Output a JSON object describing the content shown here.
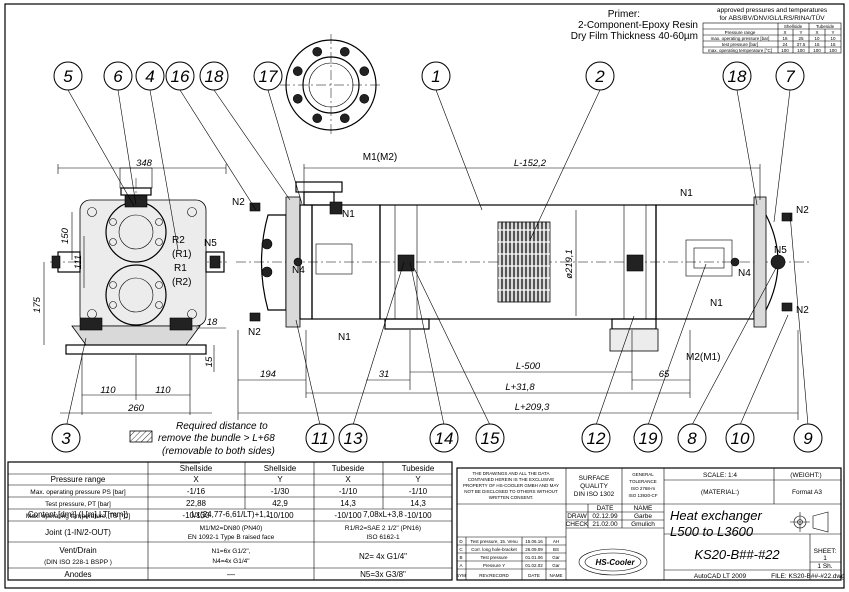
{
  "primer": {
    "title": "Primer:",
    "line1": "2-Component-Epoxy Resin",
    "line2": "Dry Film Thickness 40-60µm"
  },
  "approved": {
    "title1": "approved pressures and temperatures",
    "title2": "for ABS/BV/DNV/GL/LRS/RINA/TÜV",
    "group_shell": "Shellside",
    "group_tube": "Tubeside",
    "rows": [
      {
        "label": "Pressure range",
        "v": [
          "X",
          "Y",
          "X",
          "Y"
        ]
      },
      {
        "label": "max. operating pressure [bar]",
        "v": [
          "16",
          "25",
          "10",
          "10"
        ]
      },
      {
        "label": "test pressure [bar]",
        "v": [
          "24",
          "37.5",
          "15",
          "15"
        ]
      },
      {
        "label": "max. operating temperature [°C]",
        "v": [
          "100",
          "100",
          "100",
          "100"
        ]
      }
    ]
  },
  "balloons": {
    "top": [
      "5",
      "6",
      "4",
      "16",
      "18",
      "17",
      "1",
      "2",
      "18",
      "7"
    ],
    "bottom": [
      "3",
      "11",
      "13",
      "14",
      "15",
      "12",
      "19",
      "8",
      "10",
      "9"
    ]
  },
  "dims": {
    "d348": "348",
    "d150": "150",
    "d111": "111",
    "d175": "175",
    "d110a": "110",
    "d110b": "110",
    "d260": "260",
    "d18": "18",
    "d15": "15",
    "d194": "194",
    "d31": "31",
    "dL500": "L-500",
    "dL318": "L+31,8",
    "dL2093": "L+209,3",
    "d65": "65",
    "dL1522": "L-152,2",
    "dia": "ø219,1"
  },
  "labels": {
    "M1M2": "M1(M2)",
    "M2M1": "M2(M1)",
    "N1": "N1",
    "N2": "N2",
    "N4": "N4",
    "N5": "N5",
    "R1": "R1",
    "R1p": "(R1)",
    "R2": "R2",
    "R2p": "(R2)"
  },
  "bundle_note": {
    "line1": "Required distance to",
    "line2": "remove the bundle > L+68",
    "line3": "(removable to both sides)"
  },
  "spec": {
    "headers": [
      "Pressure range",
      "Shellside",
      "Shellside",
      "Tubeside",
      "Tubeside"
    ],
    "rows": [
      [
        "",
        "X",
        "Y",
        "X",
        "Y"
      ],
      [
        "Max. operating pressure PS [bar]",
        "-1/16",
        "-1/30",
        "-1/10",
        "-1/10"
      ],
      [
        "Test pressure, PT [bar]",
        "22,88",
        "42,9",
        "14,3",
        "14,3"
      ],
      [
        "Max. operating temperature, TS [°C]",
        "-10/130",
        "-10/100",
        "-10/100",
        "-10/100"
      ]
    ],
    "content_label": "Content [dm³] (L[m],LT[mm])",
    "content_shell": "Lx(24,77-6,61/LT)+1,1",
    "content_tube": "7,08xL+3,8",
    "joint_label": "Joint (1-IN/2-OUT)",
    "joint_shell1": "M1/M2=DN80 (PN40)",
    "joint_shell2": "EN 1092-1 Type B raised face",
    "joint_tube1": "R1/R2=SAE 2 1/2\" (PN16)",
    "joint_tube2": "ISO 6162-1",
    "vent_label1": "Vent/Drain",
    "vent_label2": "(DIN ISO 228-1 BSPP )",
    "vent_shell1": "N1=6x G1/2\",",
    "vent_shell2": "N4=4x G1/4\"",
    "vent_tube": "N2= 4x G1/4\"",
    "anodes_label": "Anodes",
    "anodes_shell": "—",
    "anodes_tube": "N5=3x G3/8\""
  },
  "title_block": {
    "copyright": [
      "THE DRAWINGS AND ALL THE DATA",
      "CONTAINED HEREIN IS THE EXCLUSIVE",
      "PROPERTY OF HS-COOLER GMBH AND MAY",
      "NOT BE DISCLOSED TO OTHERS WITHOUT",
      "WRITTEN CONSENT."
    ],
    "surface_quality": [
      "SURFACE",
      "QUALITY",
      "DIN ISO 1302"
    ],
    "tolerance": [
      "GENERAL",
      "TOLERANCE",
      "ISO 2768-m",
      "ISO 13920-CF"
    ],
    "scale": "SCALE: 1:4",
    "weight": "(WEIGHT:)",
    "material": "(MATERIAL:)",
    "format": "Format A3",
    "draw_hdr_date": "DATE",
    "draw_hdr_name": "NAME",
    "draw_label": "DRAW",
    "draw_date": "02.12.99",
    "draw_name": "Garbe",
    "check_label": "CHECK",
    "check_date": "21.02.00",
    "check_name": "Gmulich",
    "title1": "Heat exchanger",
    "title2": "L500 to L3600",
    "part_no": "KS20-B##-#22",
    "sheet_label": "SHEET:",
    "sheet_value": "1",
    "sheet_total": "1 Sh.",
    "software": "AutoCAD LT 2009",
    "file": "FILE: KS20-B##-#22.dwg",
    "logo": "HS-Cooler",
    "revisions": [
      {
        "sym": "D",
        "rec": "Test pressure, 15. Venu",
        "date": "15.06.16",
        "name": "AH"
      },
      {
        "sym": "C",
        "rec": "Corr. long hole-bracket",
        "date": "26.09.09",
        "name": "BS"
      },
      {
        "sym": "B",
        "rec": "Test pressure",
        "date": "01.01.06",
        "name": "Gar"
      },
      {
        "sym": "A",
        "rec": "Pressure Y",
        "date": "01.02.02",
        "name": "Gar"
      }
    ],
    "rev_hdr": [
      "SYM",
      "REV.RECORD",
      "DATE",
      "NAME"
    ]
  }
}
